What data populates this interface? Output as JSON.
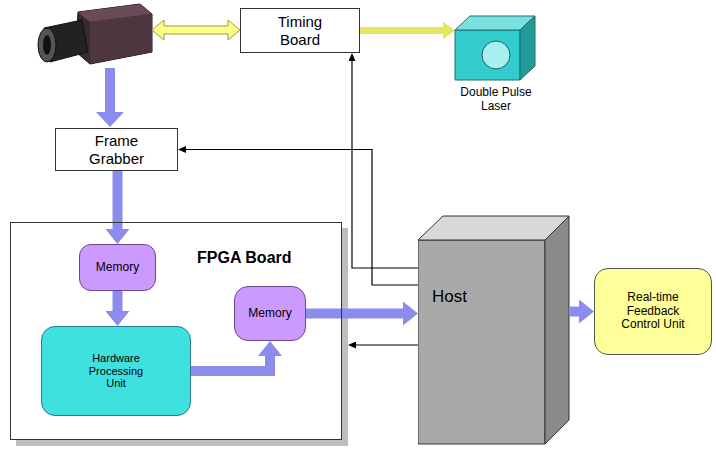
{
  "diagram": {
    "nodes": [
      {
        "text": [
          "Timing Board"
        ]
      },
      {
        "text": [
          "Double Pulse Laser"
        ]
      },
      {
        "text": [
          "Frame Grabber"
        ]
      },
      {
        "text": [
          "FPGA Board"
        ]
      },
      {
        "text": [
          "Memory"
        ],
        "in": 3
      },
      {
        "text": [
          "Hardware Processing Unit"
        ],
        "in": 3
      },
      {
        "text": [
          "Memory"
        ],
        "in": 3
      },
      {
        "text": [
          "Host"
        ]
      },
      {
        "text": [
          "Real-time Feedback Control Unit"
        ]
      }
    ],
    "edges": [
      {
        "from": 0,
        "to": 1,
        "arrow": "to"
      },
      {
        "from": 2,
        "to": 4,
        "arrow": "to"
      },
      {
        "from": 4,
        "to": 5,
        "arrow": "to"
      },
      {
        "from": 5,
        "to": 6,
        "arrow": "to"
      },
      {
        "from": 6,
        "to": 7,
        "arrow": "to"
      },
      {
        "from": 7,
        "to": 8,
        "arrow": "to"
      },
      {
        "from": 7,
        "to": 0,
        "arrow": "to"
      },
      {
        "from": 7,
        "to": 2,
        "arrow": "to"
      },
      {
        "from": 7,
        "to": 3,
        "arrow": "to"
      }
    ]
  }
}
